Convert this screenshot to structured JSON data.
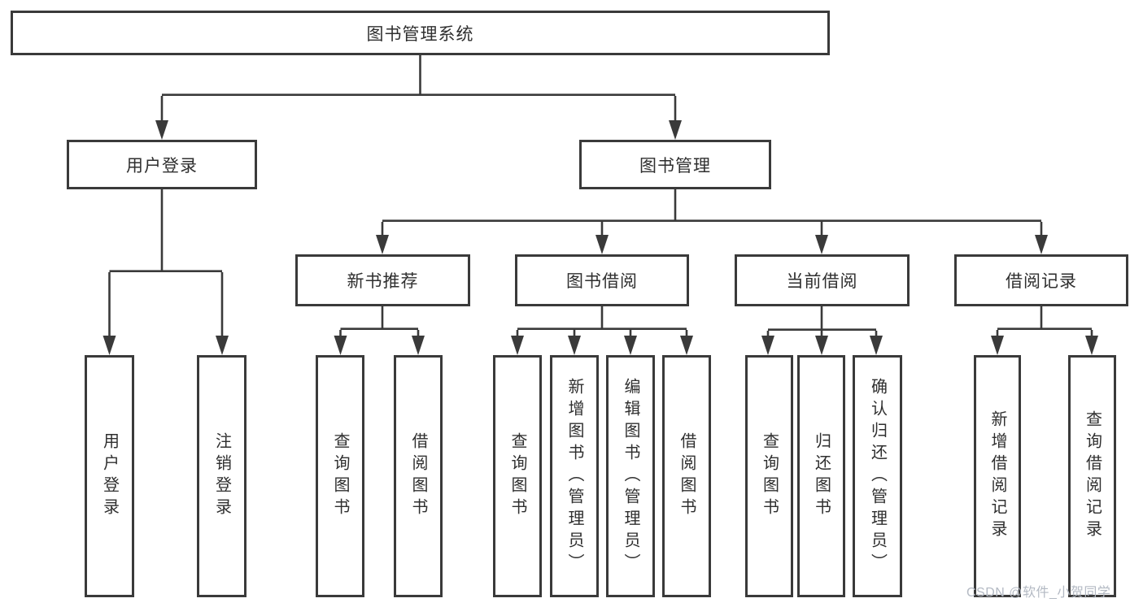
{
  "root": {
    "label": "图书管理系统"
  },
  "level2": [
    {
      "id": "user-login",
      "label": "用户登录"
    },
    {
      "id": "book-management",
      "label": "图书管理"
    }
  ],
  "level3": [
    {
      "id": "new-book-recommend",
      "label": "新书推荐"
    },
    {
      "id": "book-borrow",
      "label": "图书借阅"
    },
    {
      "id": "current-borrow",
      "label": "当前借阅"
    },
    {
      "id": "borrow-records",
      "label": "借阅记录"
    }
  ],
  "leaves": [
    {
      "label": "用户登录"
    },
    {
      "label": "注销登录"
    },
    {
      "label": "查询图书"
    },
    {
      "label": "借阅图书"
    },
    {
      "label": "查询图书"
    },
    {
      "label": "新增图书（管理员）"
    },
    {
      "label": "编辑图书（管理员）"
    },
    {
      "label": "借阅图书"
    },
    {
      "label": "查询图书"
    },
    {
      "label": "归还图书"
    },
    {
      "label": "确认归还（管理员）"
    },
    {
      "label": "新增借阅记录"
    },
    {
      "label": "查询借阅记录"
    }
  ],
  "watermark": "CSDN @软件_小贺同学",
  "colors": {
    "line": "#3a3a3a",
    "text": "#2f2f2f",
    "watermark": "#b3b9c3"
  }
}
